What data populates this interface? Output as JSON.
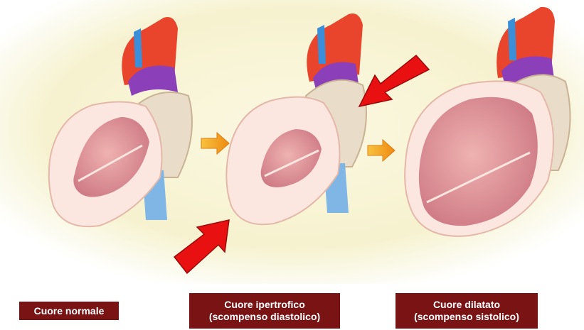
{
  "colors": {
    "background_glow": "#f6f2cf",
    "myocardium": "#fbe6e0",
    "myocardium_edge": "#e4b8a8",
    "cavity": "#e29a9a",
    "cavity_dark": "#c86d7a",
    "aorta": "#e8452c",
    "pulmonary": "#8b3fb8",
    "vena_cava": "#3a8fd8",
    "atrium": "#e9dcc8",
    "small_arrow": "#f0a020",
    "big_arrow": "#e81010",
    "label_bg": "#7a1414",
    "label_text": "#ffffff"
  },
  "icons": [
    "heart-normal",
    "heart-hypertrophic",
    "heart-dilated",
    "arrow-right-icon",
    "pressure-arrow-icon"
  ],
  "labels": {
    "normal": "Cuore normale",
    "iper_line1": "Cuore ipertrofico",
    "iper_line2": "(scompenso diastolico)",
    "dil_line1": "Cuore dilatato",
    "dil_line2": "(scompenso sistolico)"
  }
}
